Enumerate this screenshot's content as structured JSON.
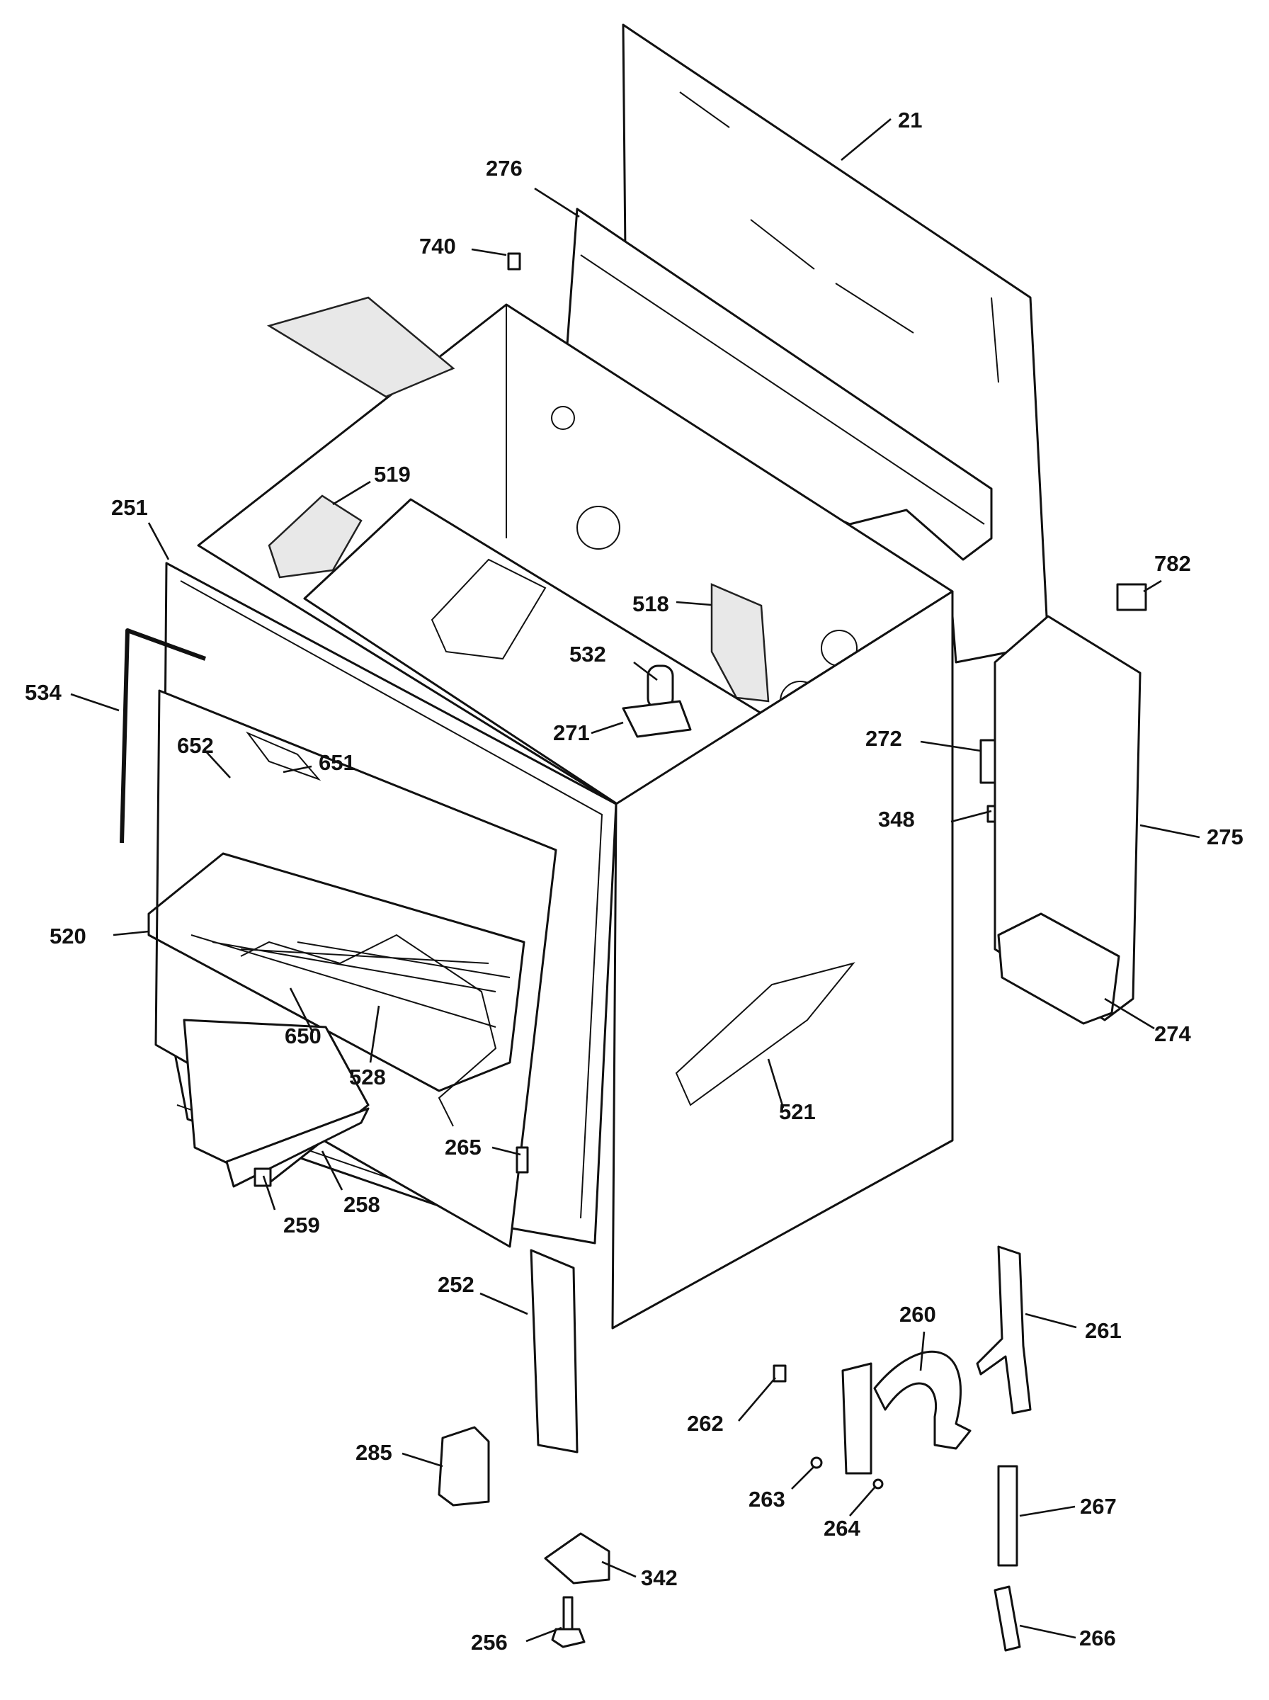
{
  "diagram": {
    "labels": [
      "21",
      "276",
      "740",
      "519",
      "251",
      "534",
      "652",
      "651",
      "518",
      "532",
      "271",
      "782",
      "272",
      "348",
      "275",
      "520",
      "650",
      "528",
      "521",
      "274",
      "265",
      "258",
      "259",
      "252",
      "260",
      "261",
      "262",
      "285",
      "263",
      "264",
      "267",
      "342",
      "256",
      "266"
    ]
  }
}
